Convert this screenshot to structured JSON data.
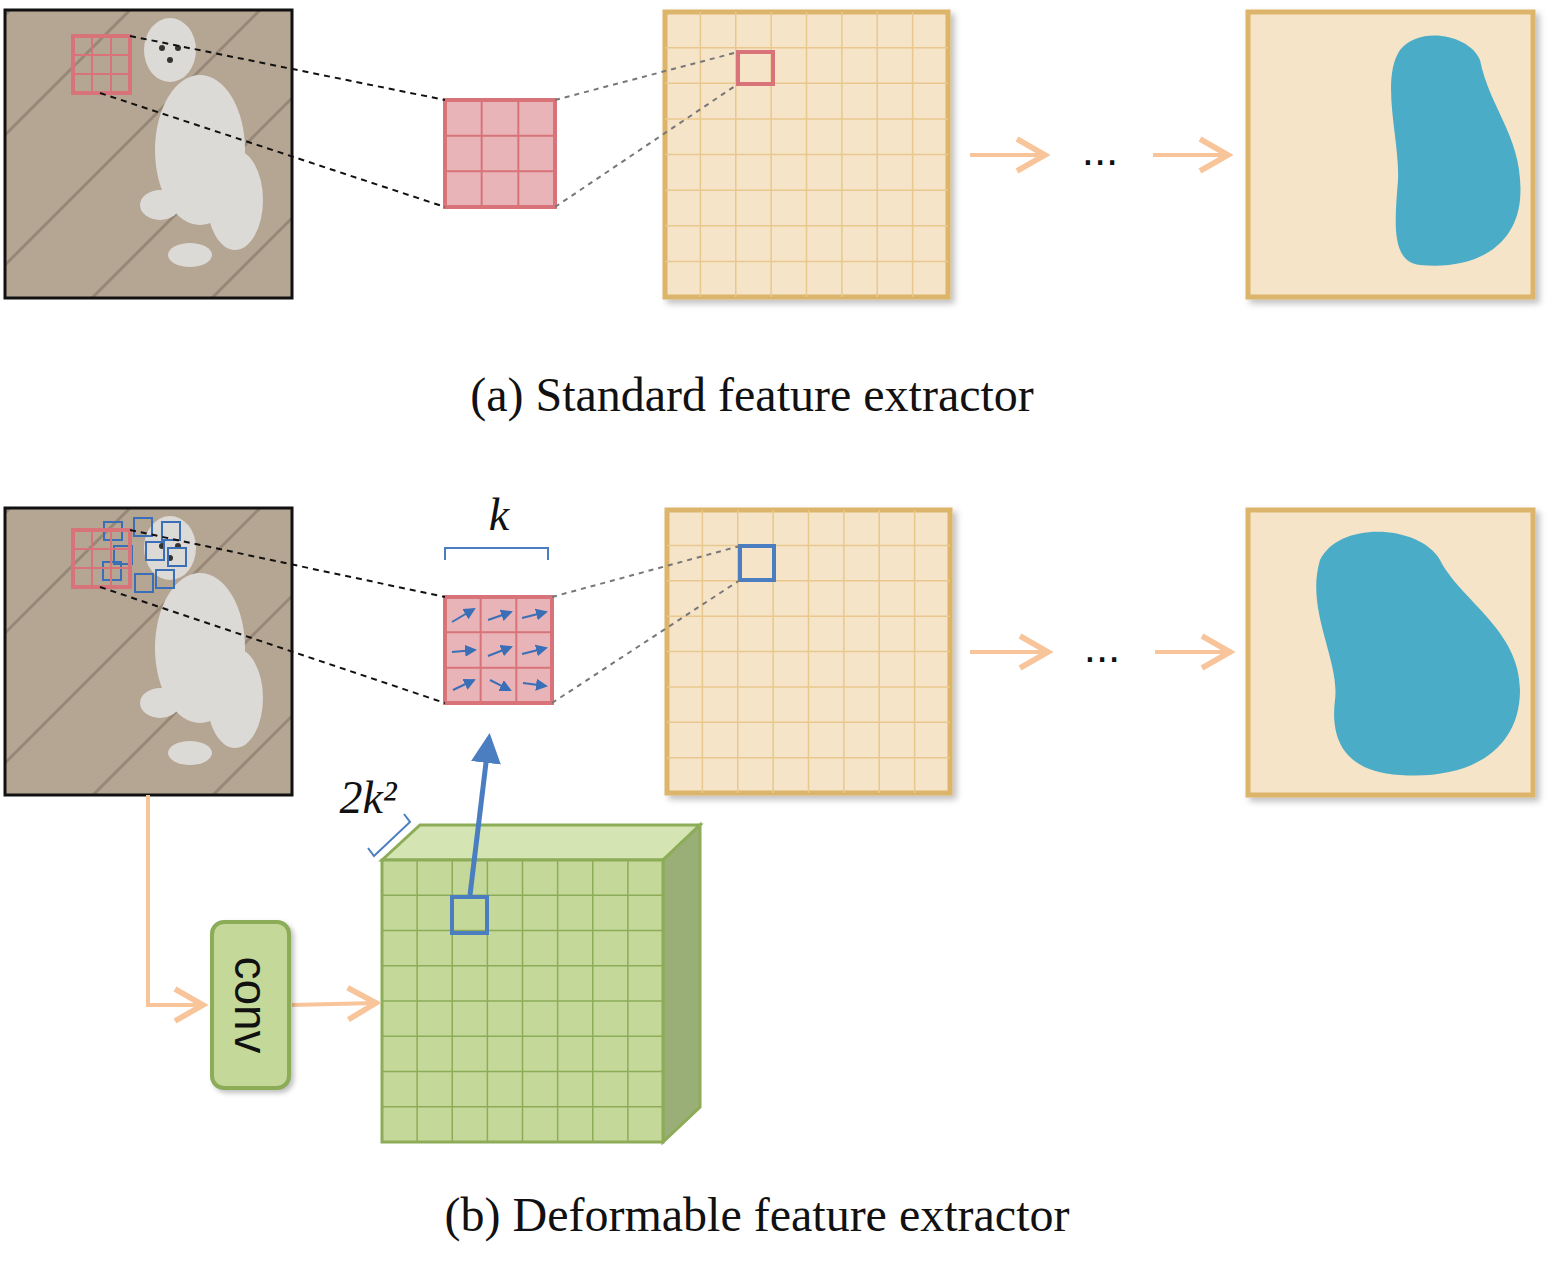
{
  "diagram": {
    "nodes": [
      {
        "text": [
          "conv"
        ]
      }
    ],
    "labels": [
      "...",
      "(a) Standard feature extractor",
      "k",
      "...",
      "2k²",
      "(b) Deformable feature extractor"
    ]
  }
}
